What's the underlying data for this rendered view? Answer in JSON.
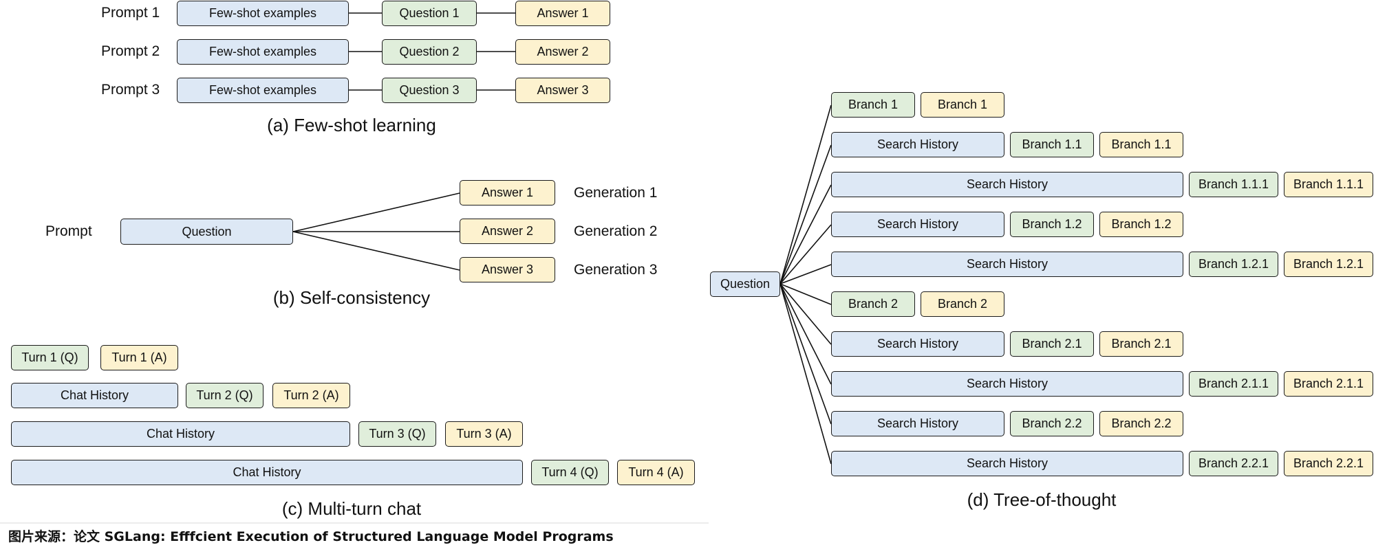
{
  "few_shot": {
    "prompts": [
      {
        "label": "Prompt 1",
        "examples": "Few-shot examples",
        "question": "Question 1",
        "answer": "Answer 1"
      },
      {
        "label": "Prompt 2",
        "examples": "Few-shot examples",
        "question": "Question 2",
        "answer": "Answer 2"
      },
      {
        "label": "Prompt 3",
        "examples": "Few-shot examples",
        "question": "Question 3",
        "answer": "Answer 3"
      }
    ],
    "caption": "(a) Few-shot learning"
  },
  "self_consistency": {
    "prompt_label": "Prompt",
    "question": "Question",
    "answers": [
      "Answer 1",
      "Answer 2",
      "Answer 3"
    ],
    "generations": [
      "Generation 1",
      "Generation 2",
      "Generation 3"
    ],
    "caption": "(b) Self-consistency"
  },
  "multi_turn": {
    "rows": [
      {
        "history": "",
        "q": "Turn 1 (Q)",
        "a": "Turn 1 (A)"
      },
      {
        "history": "Chat History",
        "q": "Turn 2 (Q)",
        "a": "Turn 2 (A)"
      },
      {
        "history": "Chat History",
        "q": "Turn 3 (Q)",
        "a": "Turn 3 (A)"
      },
      {
        "history": "Chat History",
        "q": "Turn 4 (Q)",
        "a": "Turn 4 (A)"
      }
    ],
    "caption": "(c) Multi-turn chat"
  },
  "tree": {
    "question": "Question",
    "rows": [
      {
        "history": "",
        "green": "Branch 1",
        "yellow": "Branch 1"
      },
      {
        "history": "Search History",
        "green": "Branch 1.1",
        "yellow": "Branch 1.1"
      },
      {
        "history": "Search History",
        "green": "Branch 1.1.1",
        "yellow": "Branch 1.1.1"
      },
      {
        "history": "Search History",
        "green": "Branch 1.2",
        "yellow": "Branch 1.2"
      },
      {
        "history": "Search History",
        "green": "Branch 1.2.1",
        "yellow": "Branch 1.2.1"
      },
      {
        "history": "",
        "green": "Branch 2",
        "yellow": "Branch 2"
      },
      {
        "history": "Search History",
        "green": "Branch 2.1",
        "yellow": "Branch 2.1"
      },
      {
        "history": "Search History",
        "green": "Branch 2.1.1",
        "yellow": "Branch 2.1.1"
      },
      {
        "history": "Search History",
        "green": "Branch 2.2",
        "yellow": "Branch 2.2"
      },
      {
        "history": "Search History",
        "green": "Branch 2.2.1",
        "yellow": "Branch 2.2.1"
      }
    ],
    "caption": "(d) Tree-of-thought"
  },
  "source_text": "图片来源：论文 SGLang: Efffcient Execution of Structured Language Model Programs",
  "colors": {
    "history": "#dde8f5",
    "question": "#e0eedb",
    "answer": "#fdf2cf",
    "border": "#1a1a1a"
  }
}
